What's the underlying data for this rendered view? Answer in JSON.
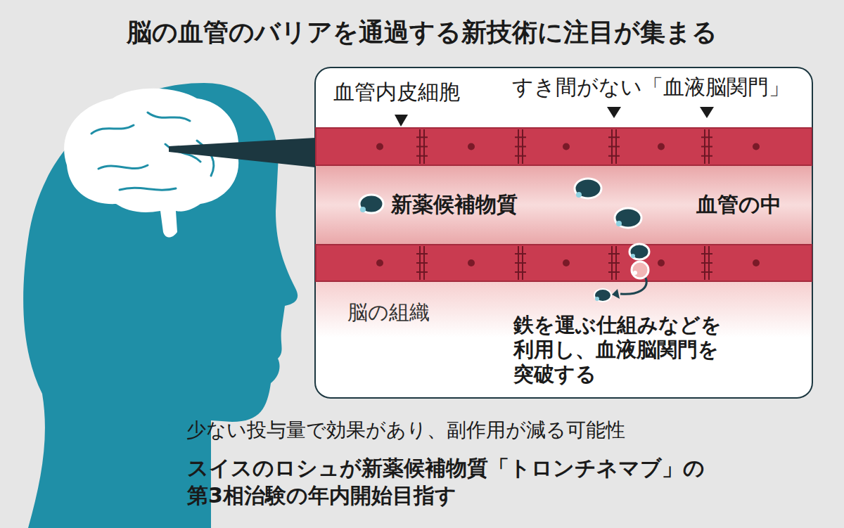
{
  "diagram": {
    "title": "脳の血管のバリアを通過する新技術に注目が集まる",
    "labels": [
      "血管内皮細胞",
      "すき間がない「血液脳関門」",
      "新薬候補物質",
      "血管の中",
      "脳の組織",
      "鉄を運ぶ仕組みなどを 利用し、血液脳関門を 突破する",
      "少ない投与量で効果があり、副作用が減る可能性",
      "スイスのロシュが新薬候補物質「トロンチネマブ」の 第3相治験の年内開始目指す"
    ]
  }
}
